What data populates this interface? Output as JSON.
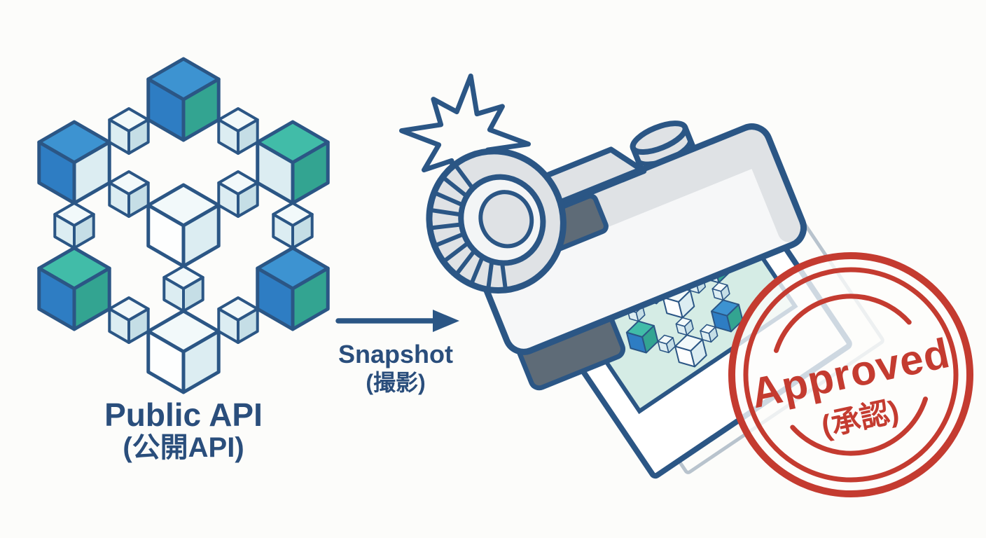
{
  "illustration": {
    "source": {
      "title": "Public API",
      "subtitle": "(公開API)"
    },
    "flow": {
      "title": "Snapshot",
      "subtitle": "(撮影)"
    },
    "stamp": {
      "title": "Approved",
      "subtitle": "(承認)"
    }
  },
  "icons": {
    "cube_cluster": "isometric-api-block-cluster",
    "camera": "instant-camera-icon",
    "flash": "flash-burst-icon",
    "arrow": "right-arrow",
    "photo": "polaroid-photo",
    "stamp": "approval-stamp"
  },
  "colors": {
    "navy": "#2B5685",
    "text_navy": "#2A4E7C",
    "blue_top": "#3D93D1",
    "blue_side": "#2E7DC3",
    "teal_top": "#41BCA8",
    "teal_side": "#33A491",
    "pale": "#DCEDF2",
    "pale_dark": "#C5DEE6",
    "white": "#FDFEFE",
    "white_top": "#F2F9FA",
    "photo_mint": "#D5ECE5",
    "photo_shadow": "#B8C3CD",
    "camera_body": "#F6F7F8",
    "camera_gray": "#DFE2E5",
    "camera_dark": "#5E6B77",
    "stamp_red": "#C43B30",
    "bg": "#FCFCFA"
  }
}
